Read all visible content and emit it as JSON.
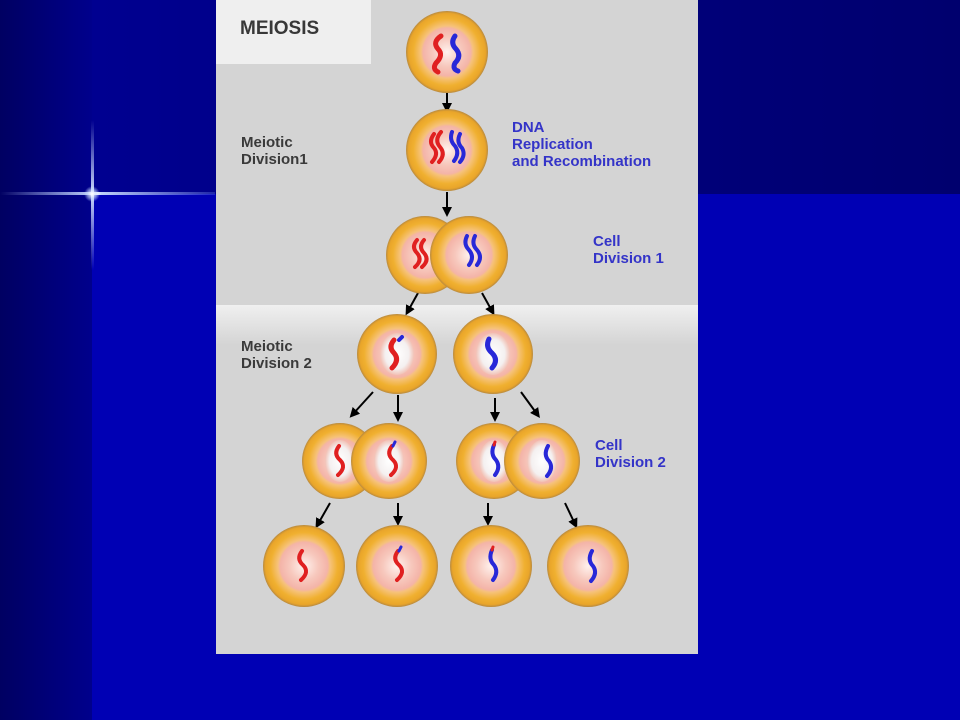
{
  "title": "MEIOSIS",
  "labels": {
    "meiotic_division_1": "Meiotic\nDivision1",
    "meiotic_division_2": "Meiotic\nDivision 2",
    "dna_replication": "DNA\nReplication\nand Recombination",
    "cell_division_1": "Cell\nDivision 1",
    "cell_division_2": "Cell\nDivision 2"
  },
  "colors": {
    "slide_background": "#0000b4",
    "panel": "#d4d4d4",
    "label_blue": "#3434c8",
    "cell_orange": "#f0b030",
    "cell_pink": "#f4b4a8",
    "chromosome_red": "#e02020",
    "chromosome_blue": "#2828d8"
  }
}
